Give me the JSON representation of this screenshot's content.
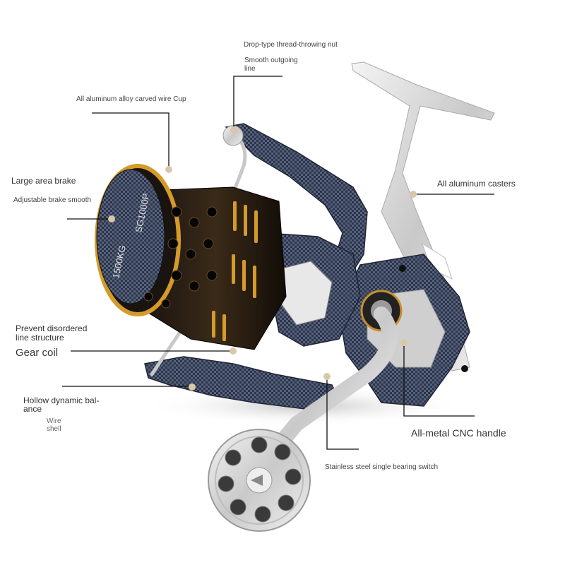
{
  "labels": {
    "drop_type_nut": "Drop-type thread-throwing nut",
    "smooth_outgoing_line_1": "Smooth outgoing",
    "smooth_outgoing_line_2": "line",
    "wire_cup": "All aluminum alloy carved wire Cup",
    "large_area_brake": "Large area brake",
    "adjustable_brake": "Adjustable brake smooth",
    "aluminum_casters": "All aluminum casters",
    "prevent_disordered_1": "Prevent disordered",
    "prevent_disordered_2": "line structure",
    "gear_coil": "Gear coil",
    "hollow_balance_1": "Hollow dynamic bal-",
    "hollow_balance_2": "ance",
    "wire_shell_1": "Wire",
    "wire_shell_2": "shell",
    "cnc_handle": "All-metal CNC handle",
    "bearing_switch": "Stainless steel single bearing switch"
  },
  "spool_text": {
    "model": "SG1000P",
    "drag": "1500KG"
  },
  "colors": {
    "leader_line": "#111111",
    "marker_dot": "#d8c8a8",
    "carbon_body": "#3a4560",
    "gold_accent": "#d49a2a",
    "silver": "#d9d9d9"
  }
}
